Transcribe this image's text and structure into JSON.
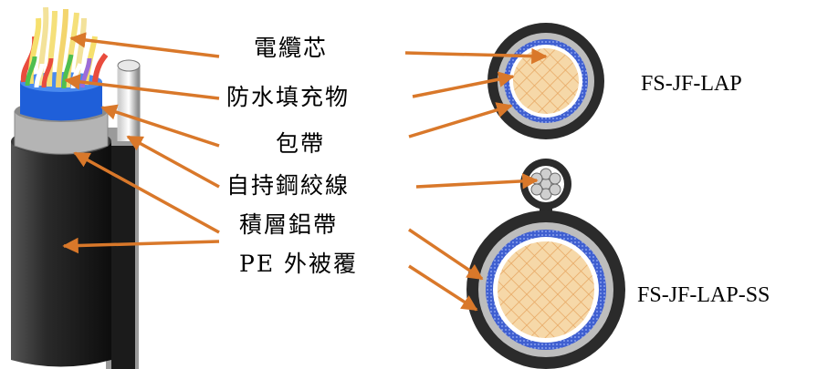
{
  "labels": {
    "conductor": "電纜芯",
    "filling": "防水填充物",
    "tape": "包帶",
    "messenger": "自持鋼絞線",
    "laminated_tape": "積層鋁帶",
    "sheath": "PE 外被覆"
  },
  "models": {
    "lap": "FS-JF-LAP",
    "lap_ss": "FS-JF-LAP-SS"
  },
  "colors": {
    "arrow": "#d9782a",
    "sheath": "#2b2b2b",
    "aluminum": "#bdbdbd",
    "blue_layer": "#3f5fd0",
    "core": "#f6d8a8"
  }
}
